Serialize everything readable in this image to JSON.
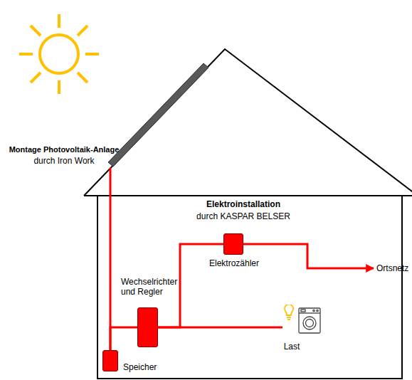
{
  "diagram": {
    "nodes": [
      {
        "text": [
          "Elektrozähler"
        ]
      },
      {
        "text": [
          "Ortsnetz"
        ]
      },
      {
        "text": [
          "Wechselrichter und Regler"
        ]
      },
      {
        "text": [
          "Last"
        ]
      },
      {
        "text": [
          "Speicher"
        ]
      }
    ],
    "edges": [
      {
        "from": 4,
        "to": 2,
        "arrow": "none"
      },
      {
        "from": 2,
        "to": 3,
        "arrow": "none"
      },
      {
        "from": 2,
        "to": 0,
        "arrow": "none"
      },
      {
        "from": 0,
        "to": 1,
        "arrow": "to"
      }
    ],
    "labels": [
      "Montage Photovoltaik-Anlage",
      "durch Iron Work",
      "Elektroinstallation",
      "durch KASPAR BELSER"
    ]
  }
}
